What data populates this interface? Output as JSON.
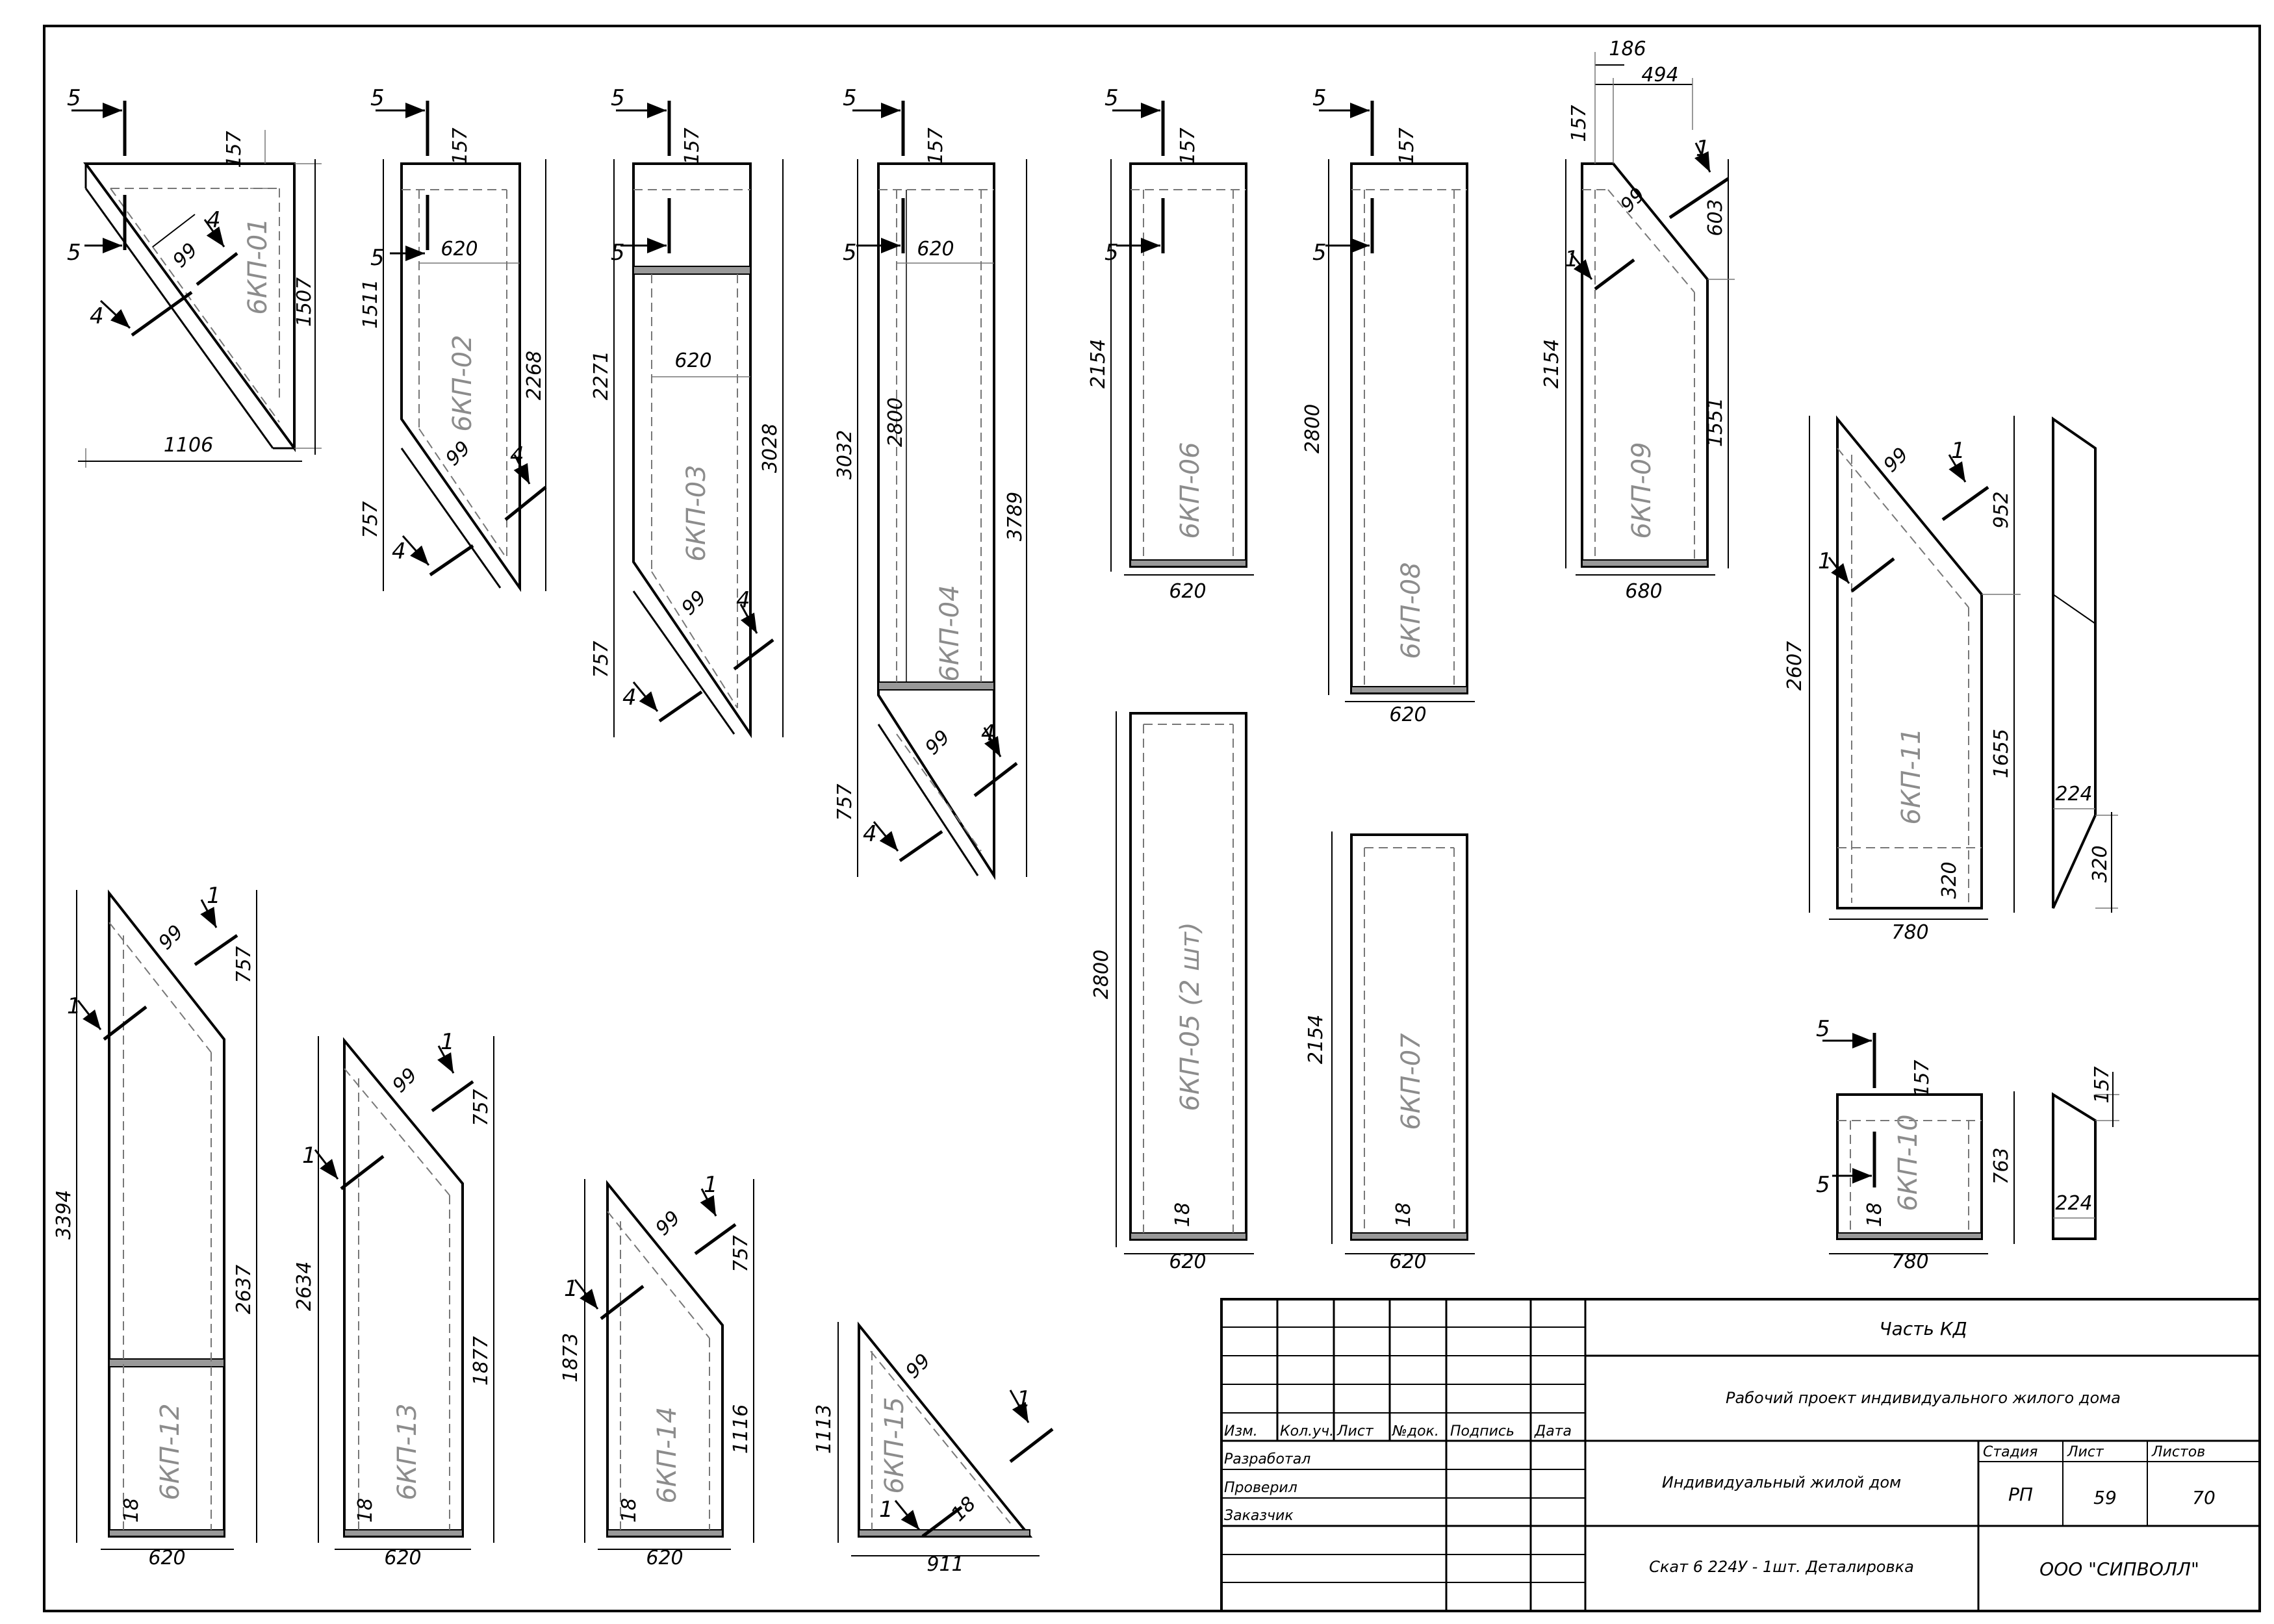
{
  "panels": {
    "p01": {
      "label": "6КП-01",
      "w": "1106",
      "h": "1507",
      "top": "157",
      "cut": "99"
    },
    "p02": {
      "label": "6КП-02",
      "w": "620",
      "h1": "1511",
      "h2": "2268",
      "slope": "757",
      "top": "157",
      "cut": "99"
    },
    "p03": {
      "label": "6КП-03",
      "w": "620",
      "w2": "620",
      "h1": "2271",
      "h2": "3028",
      "slope": "757",
      "top": "157",
      "cut": "99"
    },
    "p04": {
      "label": "6КП-04",
      "w": "620",
      "h1": "3032",
      "h2": "2800",
      "h3": "3789",
      "slope": "757",
      "top": "157",
      "cut": "99"
    },
    "p05": {
      "label": "6КП-05 (2 шт)",
      "w": "620",
      "h": "2800",
      "base": "18"
    },
    "p06": {
      "label": "6КП-06",
      "w": "620",
      "h": "2154",
      "top": "157"
    },
    "p07": {
      "label": "6КП-07",
      "w": "620",
      "h": "2154",
      "base": "18"
    },
    "p08": {
      "label": "6КП-08",
      "w": "620",
      "h": "2800",
      "top": "157"
    },
    "p09": {
      "label": "6КП-09",
      "w": "680",
      "h": "2154",
      "top": "157",
      "top_w": "494",
      "top_off": "186",
      "slope": "603",
      "side": "1551",
      "cut": "99"
    },
    "p10": {
      "label": "6КП-10",
      "w": "780",
      "h": "763",
      "top": "157",
      "base": "18",
      "side_w": "224",
      "side_top": "157"
    },
    "p11": {
      "label": "6КП-11",
      "w": "780",
      "h": "2607",
      "slope": "952",
      "side": "1655",
      "base": "320",
      "side_w": "224",
      "side_b": "320",
      "cut": "99"
    },
    "p12": {
      "label": "6КП-12",
      "w": "620",
      "h": "3394",
      "slope": "757",
      "side": "2637",
      "base": "18",
      "cut": "99"
    },
    "p13": {
      "label": "6КП-13",
      "w": "620",
      "h": "2634",
      "slope": "757",
      "side": "1877",
      "base": "18",
      "cut": "99"
    },
    "p14": {
      "label": "6КП-14",
      "w": "620",
      "h": "1873",
      "slope": "757",
      "side": "1116",
      "base": "18",
      "cut": "99"
    },
    "p15": {
      "label": "6КП-15",
      "w": "911",
      "h": "1113",
      "base": "18",
      "cut": "99"
    }
  },
  "sections": {
    "s1": "1",
    "s4": "4",
    "s5": "5"
  },
  "title_block": {
    "headers": [
      "Изм.",
      "Кол.уч.",
      "Лист",
      "№док.",
      "Подпись",
      "Дата"
    ],
    "roles": [
      "Разработал",
      "Проверил",
      "Заказчик"
    ],
    "part": "Часть КД",
    "project": "Рабочий проект индивидуального жилого дома",
    "object": "Индивидуальный жилой дом",
    "sheet_title": "Скат 6 224У - 1шт. Деталировка",
    "stage_label": "Стадия",
    "sheet_label": "Лист",
    "sheets_label": "Листов",
    "stage": "РП",
    "sheet": "59",
    "sheets": "70",
    "company": "ООО \"СИПВОЛЛ\""
  }
}
